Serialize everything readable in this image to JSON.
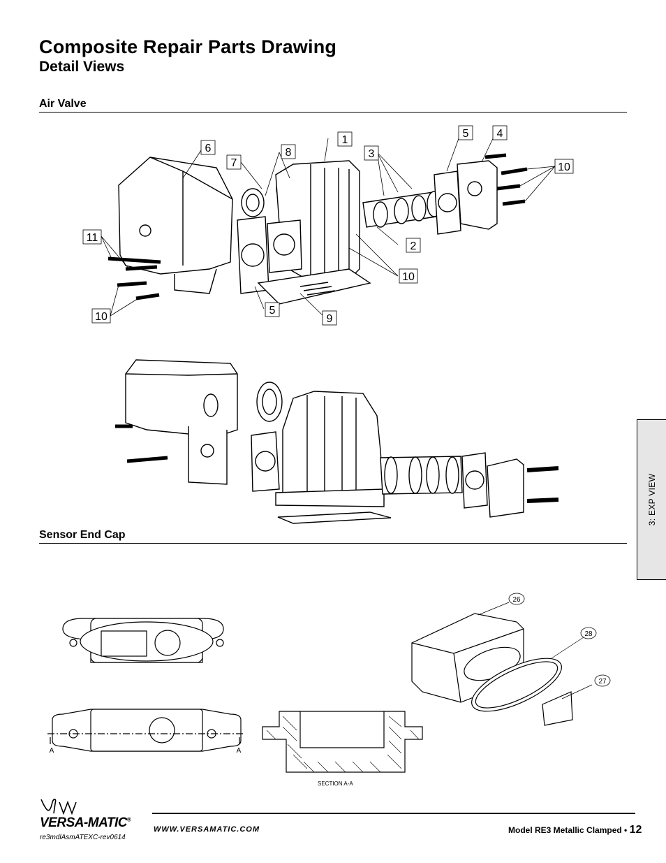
{
  "header": {
    "title": "Composite Repair Parts Drawing",
    "subtitle": "Detail Views"
  },
  "sections": {
    "air_valve": "Air Valve",
    "sensor_end_cap": "Sensor End Cap"
  },
  "side_tab": {
    "label": "3: EXP VIEW"
  },
  "callouts_air_valve": [
    "1",
    "2",
    "3",
    "4",
    "5",
    "6",
    "7",
    "8",
    "9",
    "10",
    "11",
    "10",
    "5",
    "10"
  ],
  "callouts_end_cap": [
    "26",
    "28",
    "27"
  ],
  "end_cap_labels": {
    "section_mark_left": "A",
    "section_mark_right": "A",
    "section_caption": "SECTION A-A"
  },
  "footer": {
    "brand": "VERSA-MATIC",
    "brand_mark": "®",
    "doc_code": "re3mdlAsmATEXC-rev0614",
    "website": "WWW.VERSAMATIC.COM",
    "model": "Model RE3 Metallic Clamped •",
    "page_number": "12"
  }
}
